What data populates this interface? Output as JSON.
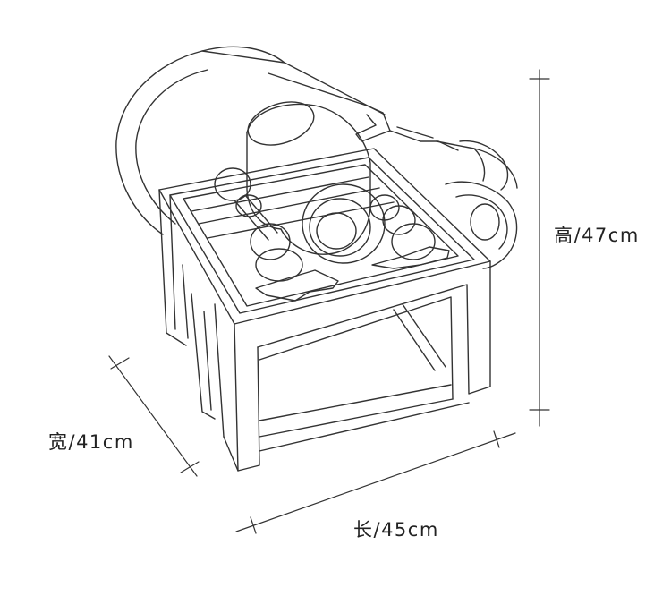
{
  "colors": {
    "line": "#333333",
    "background": "#ffffff"
  },
  "dimensions": {
    "height": "高/47cm",
    "width": "宽/41cm",
    "length": "长/45cm"
  }
}
